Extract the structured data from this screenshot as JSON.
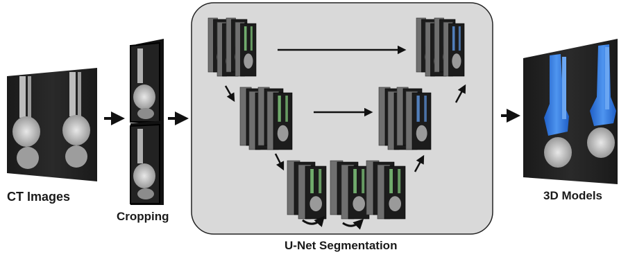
{
  "labels": {
    "ct_images": "CT Images",
    "cropping": "Cropping",
    "unet": "U-Net Segmentation",
    "models": "3D Models"
  },
  "colors": {
    "unet_panel": "#d9d9d9",
    "segmentation_green": "#7fc47a",
    "segmentation_blue": "#5b8fd6",
    "model_bone_blue": "#3d7fe0",
    "arrow": "#111111"
  }
}
